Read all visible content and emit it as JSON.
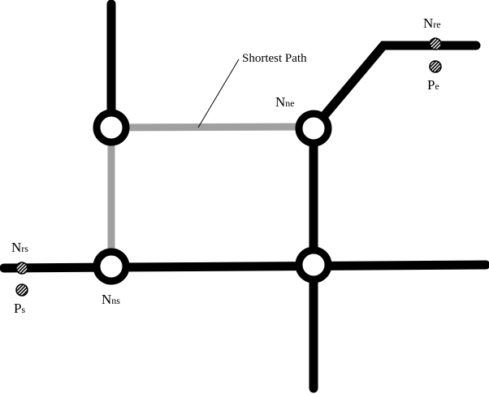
{
  "colors": {
    "road": "#000000",
    "shortest_path": "#a0a0a0",
    "background": "#ffffff"
  },
  "annotation": {
    "shortest_path_label": "Shortest Path"
  },
  "labels": {
    "nne": {
      "main": "N",
      "sub": "ne"
    },
    "nre": {
      "main": "N",
      "sub": "re"
    },
    "pe": {
      "main": "P",
      "sub": "e"
    },
    "nrs": {
      "main": "N",
      "sub": "rs"
    },
    "nns": {
      "main": "N",
      "sub": "ns"
    },
    "ps": {
      "main": "P",
      "sub": "s"
    }
  }
}
